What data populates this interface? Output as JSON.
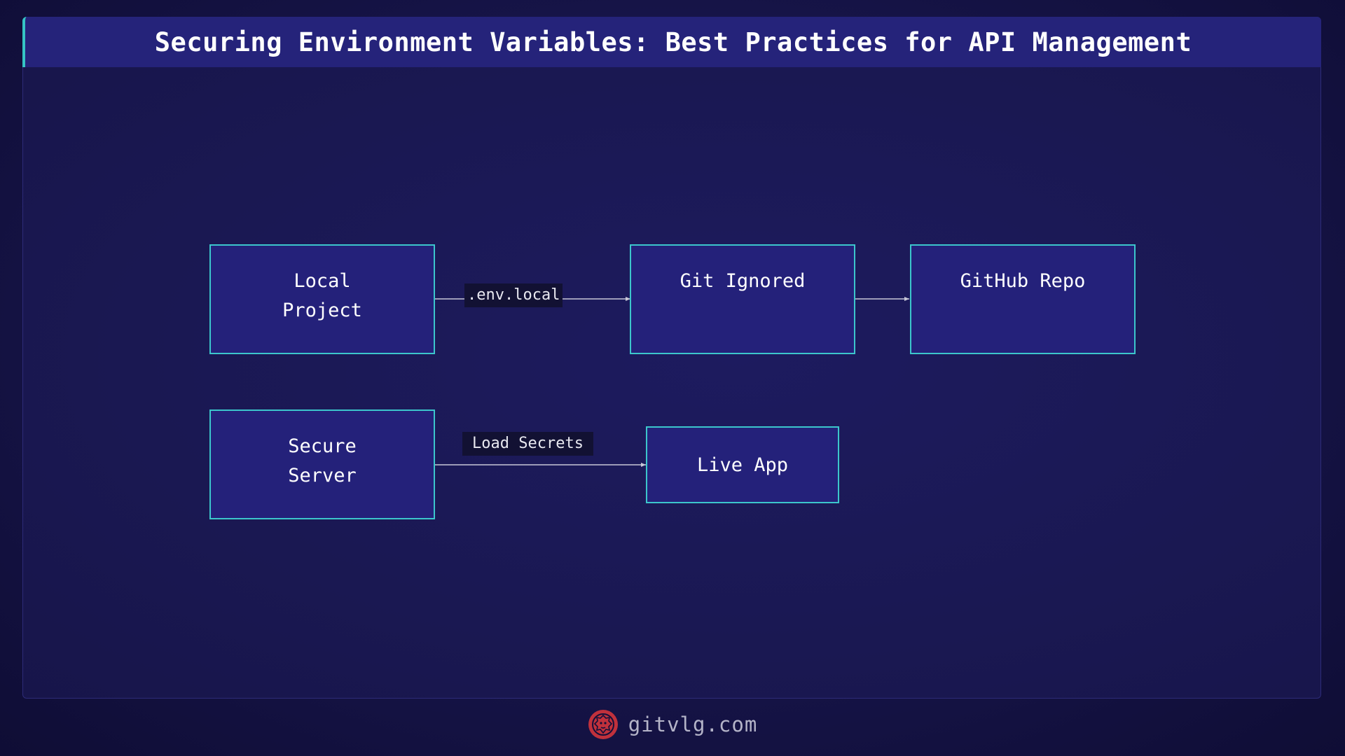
{
  "title": "Securing Environment Variables: Best Practices for API Management",
  "nodes": {
    "local_project": "Local\nProject",
    "git_ignored": "Git Ignored",
    "github_repo": "GitHub Repo",
    "secure_server": "Secure\nServer",
    "live_app": "Live App"
  },
  "edges": {
    "env_local": ".env.local",
    "load_secrets": "Load Secrets"
  },
  "footer": {
    "site": "gitvlg.com"
  },
  "colors": {
    "node_border": "#3cc6cc",
    "node_fill": "#24217a",
    "title_bar": "#25237a",
    "accent": "#35c4c4",
    "logo": "#c0313c"
  }
}
